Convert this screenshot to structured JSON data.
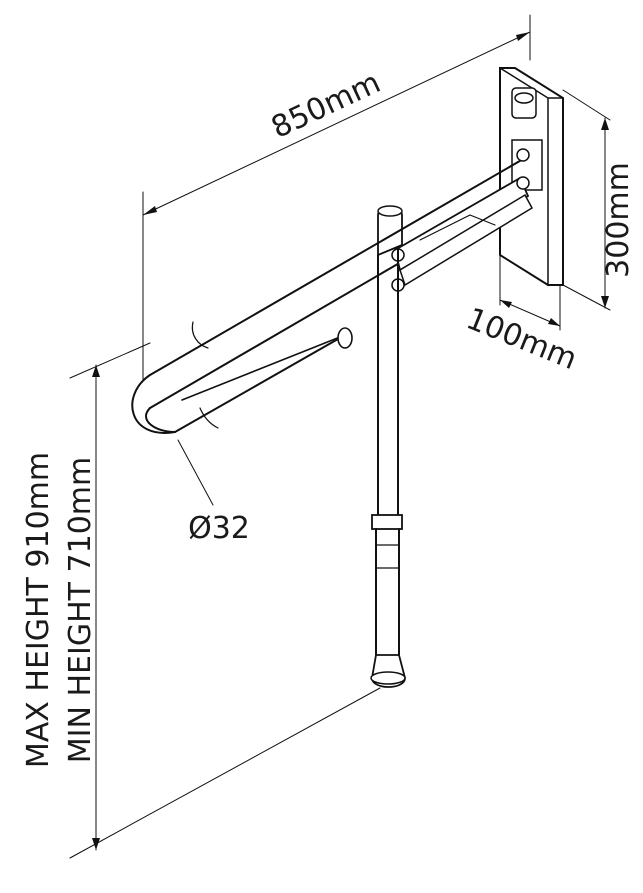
{
  "dimensions": {
    "length": "850mm",
    "plate_height": "300mm",
    "plate_width": "100mm",
    "tube_diameter": "Ø32",
    "max_height": "MAX HEIGHT 910mm",
    "min_height": "MIN HEIGHT 710mm"
  },
  "colors": {
    "line": "#111111",
    "background": "#ffffff"
  }
}
